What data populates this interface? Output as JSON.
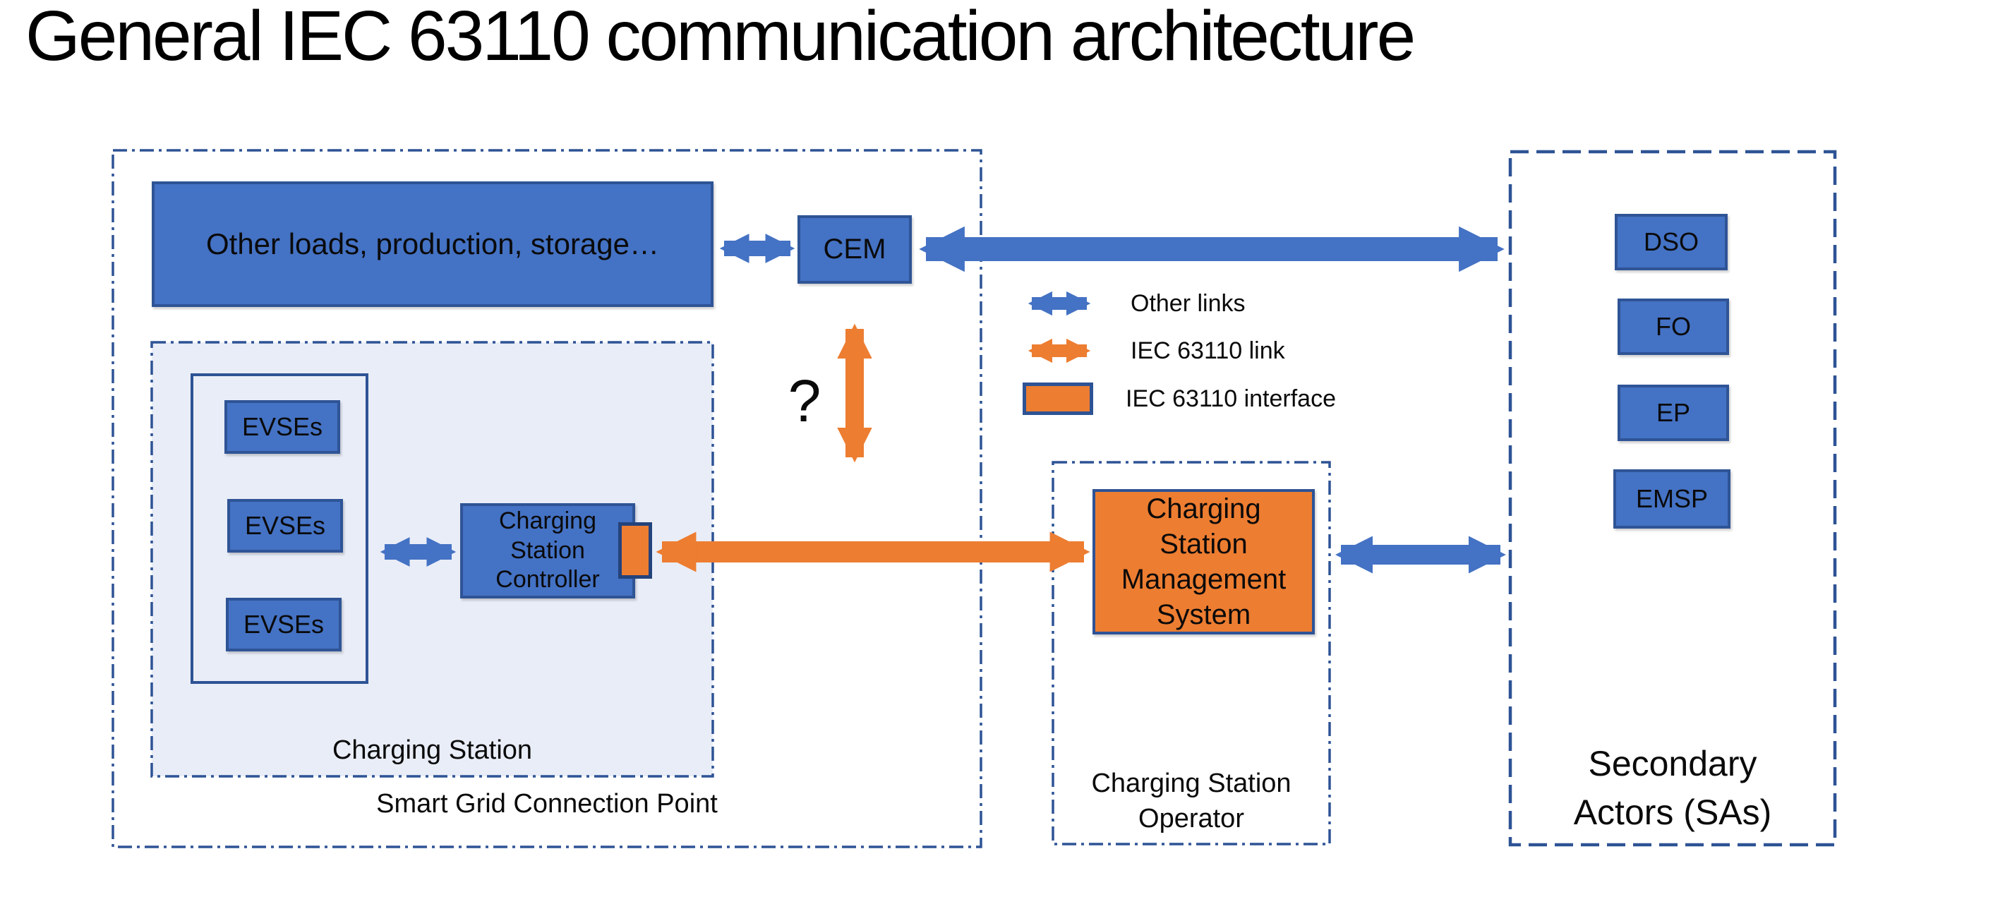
{
  "title": "General IEC 63110 communication architecture",
  "colors": {
    "blue_fill": "#4472C4",
    "blue_border": "#2F5496",
    "dash_border_blue": "#2E5395",
    "orange_fill": "#ED7D31",
    "interface_border": "#24437C",
    "light_area_fill": "#E9EDF7",
    "text": "#000000"
  },
  "smart_grid": {
    "label": "Smart Grid Connection Point",
    "other_loads_label": "Other loads, production, storage…",
    "cem_label": "CEM",
    "question_mark": "?",
    "charging_station": {
      "label": "Charging Station",
      "evse_labels": [
        "EVSEs",
        "EVSEs",
        "EVSEs"
      ],
      "controller_label": "Charging Station Controller"
    }
  },
  "cso": {
    "label": "Charging Station Operator",
    "csms_label": "Charging Station Management System"
  },
  "secondary_actors": {
    "label": "Secondary Actors (SAs)",
    "actors": [
      "DSO",
      "FO",
      "EP",
      "EMSP"
    ]
  },
  "legend": {
    "items": [
      {
        "label": "Other links"
      },
      {
        "label": "IEC 63110 link"
      },
      {
        "label": "IEC 63110 interface"
      }
    ]
  }
}
